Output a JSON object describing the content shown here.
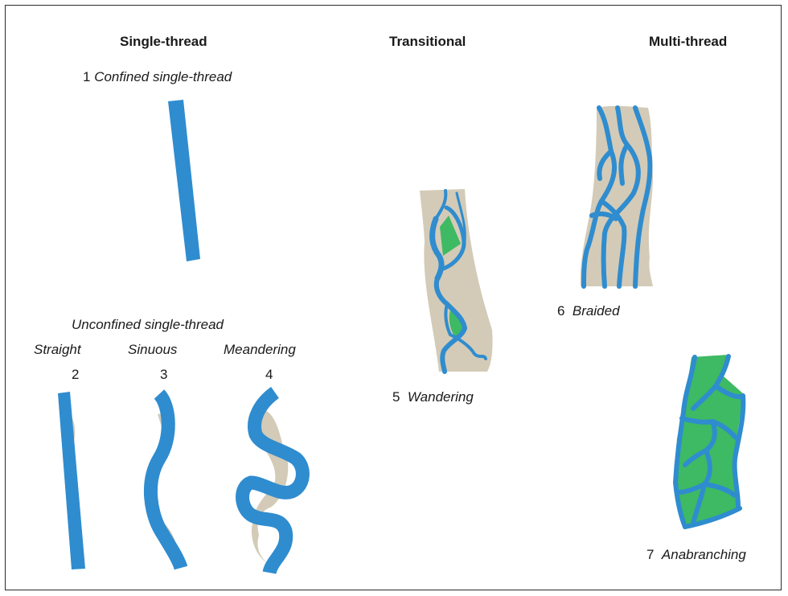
{
  "headers": {
    "single_thread": "Single-thread",
    "transitional": "Transitional",
    "multi_thread": "Multi-thread"
  },
  "types": [
    {
      "number": "1",
      "name": "Confined single-thread"
    },
    {
      "number": "2",
      "name": "Straight"
    },
    {
      "number": "3",
      "name": "Sinuous"
    },
    {
      "number": "4",
      "name": "Meandering"
    },
    {
      "number": "5",
      "name": "Wandering"
    },
    {
      "number": "6",
      "name": "Braided"
    },
    {
      "number": "7",
      "name": "Anabranching"
    }
  ],
  "group_label": "Unconfined single-thread",
  "colors": {
    "water": "#2f8ccf",
    "floodplain": "#d3cbb7",
    "vegetation": "#3dba63",
    "frame": "#2b2b2b"
  }
}
